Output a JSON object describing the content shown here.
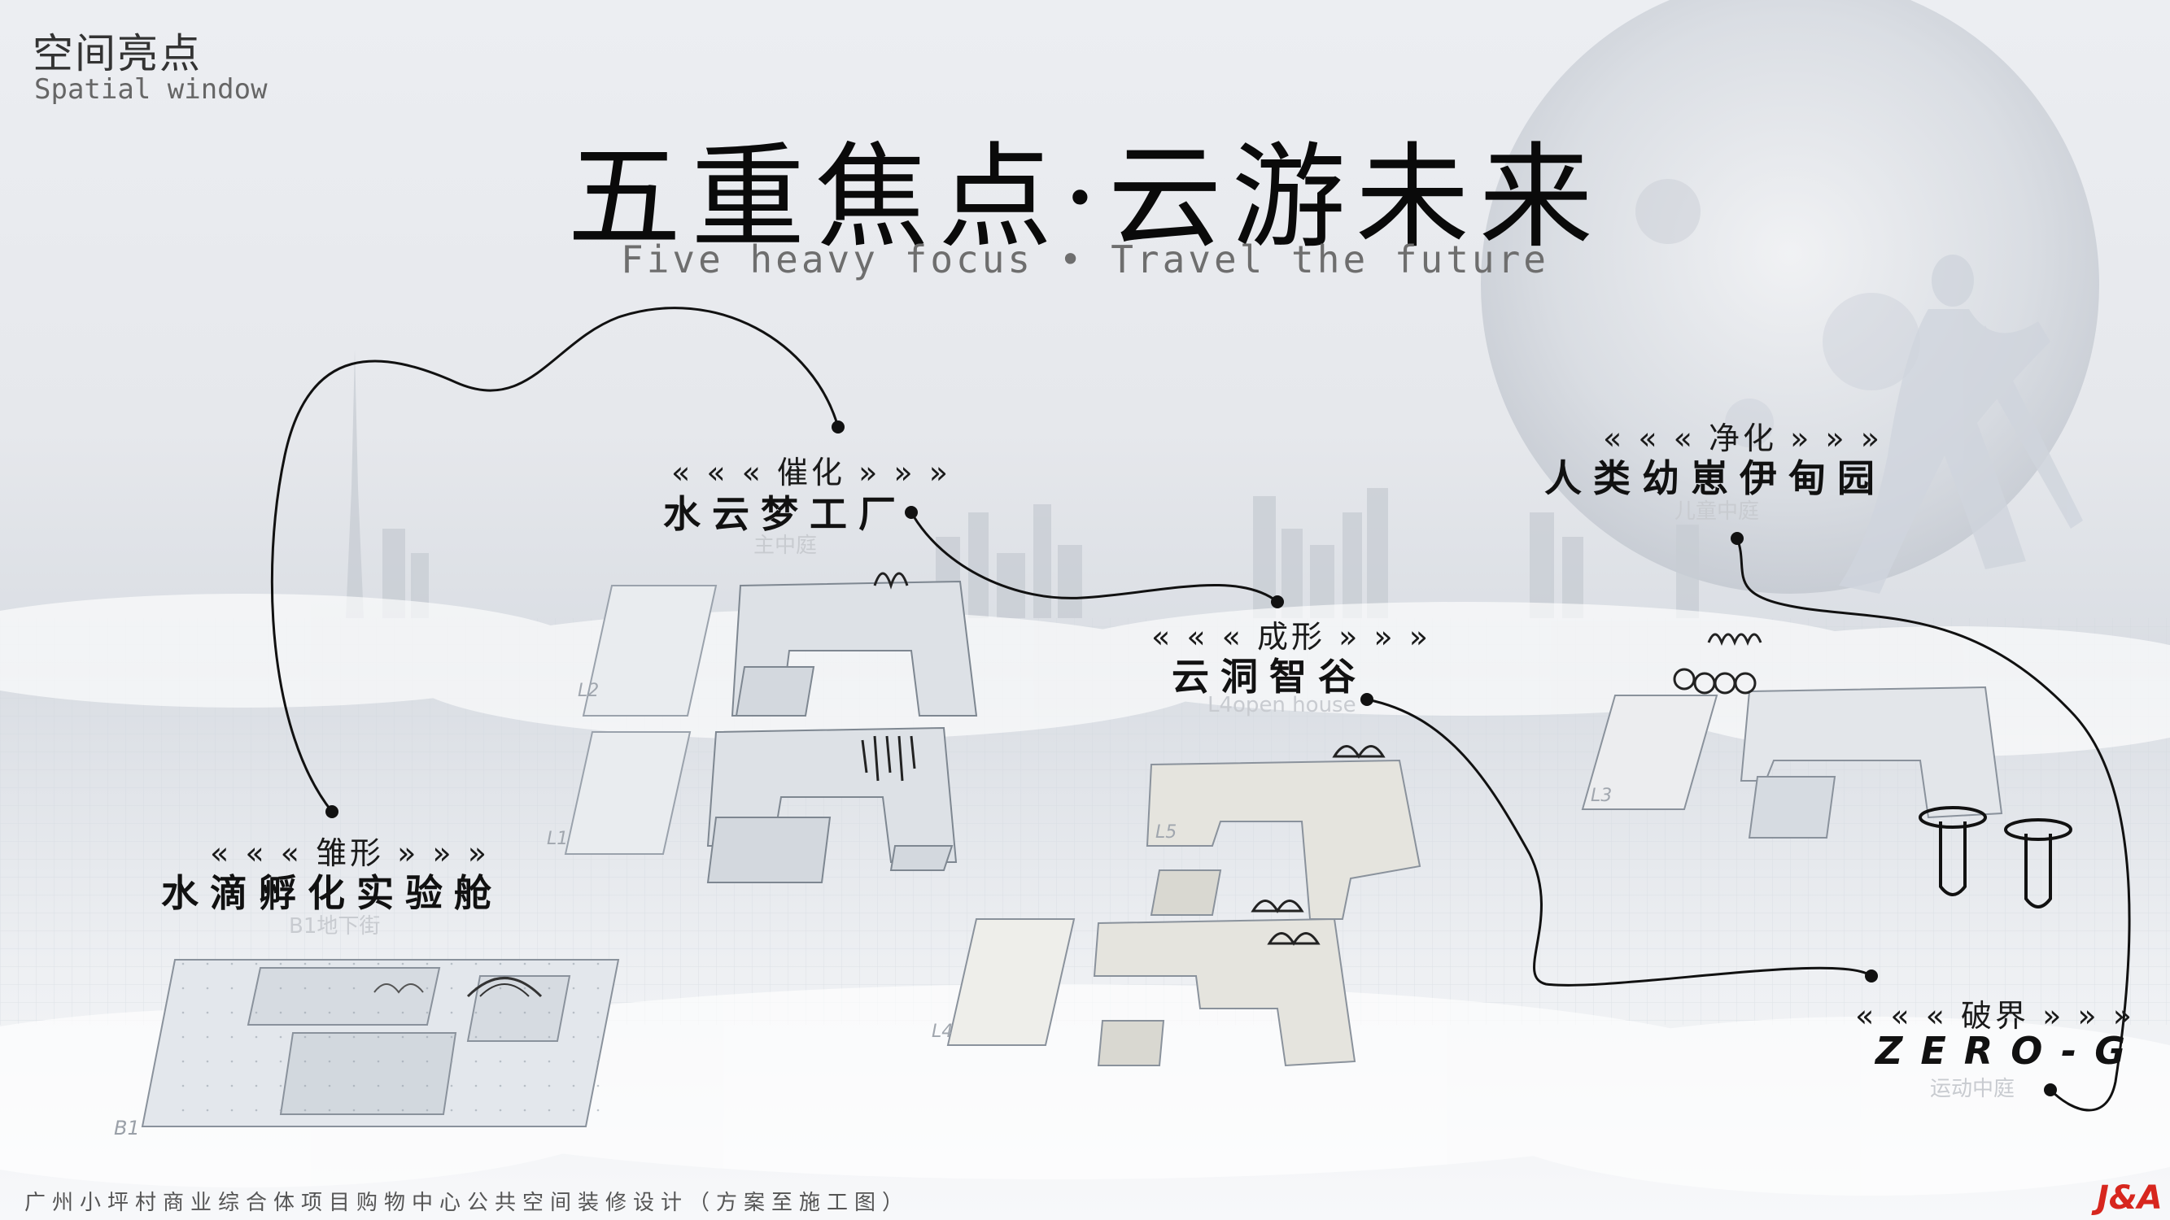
{
  "header": {
    "section_title": "空间亮点",
    "section_subtitle": "Spatial window"
  },
  "title": {
    "main": "五重焦点·云游未来",
    "subtitle": "Five heavy focus • Travel the future"
  },
  "highlights": [
    {
      "tag": "« « « 雏形 » » »",
      "name": "水滴孵化实验舱",
      "zone": "B1地下街"
    },
    {
      "tag": "« « « 催化 » » »",
      "name": "水云梦工厂",
      "zone": "主中庭"
    },
    {
      "tag": "« « « 成形 » » »",
      "name": "云洞智谷",
      "zone": "L4open house"
    },
    {
      "tag": "« « « 净化 » » »",
      "name": "人类幼崽伊甸园",
      "zone": "儿童中庭"
    },
    {
      "tag": "« « « 破界 » » »",
      "name": "ZERO-G",
      "zone": "运动中庭"
    }
  ],
  "floor_labels": {
    "b1": "B1",
    "l1": "L1",
    "l2": "L2",
    "l3": "L3",
    "l4": "L4",
    "l5": "L5"
  },
  "footer": {
    "project": "广州小坪村商业综合体项目购物中心公共空间装修设计（方案至施工图）",
    "logo": "J&A"
  }
}
